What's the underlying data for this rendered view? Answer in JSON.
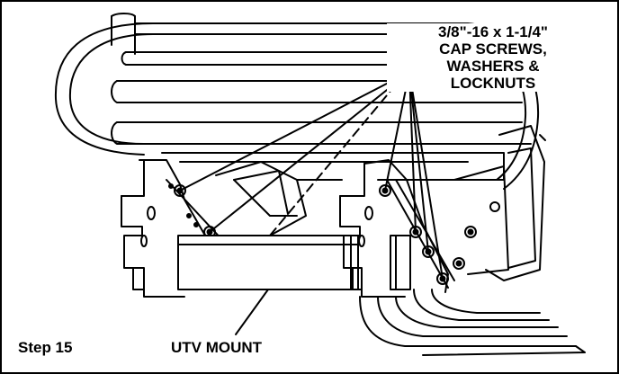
{
  "figure": {
    "step_label": "Step 15",
    "callouts": {
      "fastener_lines": [
        "3/8\"-16 x 1-1/4\"",
        "CAP SCREWS,",
        "WASHERS &",
        "LOCKNUTS"
      ],
      "mount_label": "UTV MOUNT"
    }
  }
}
